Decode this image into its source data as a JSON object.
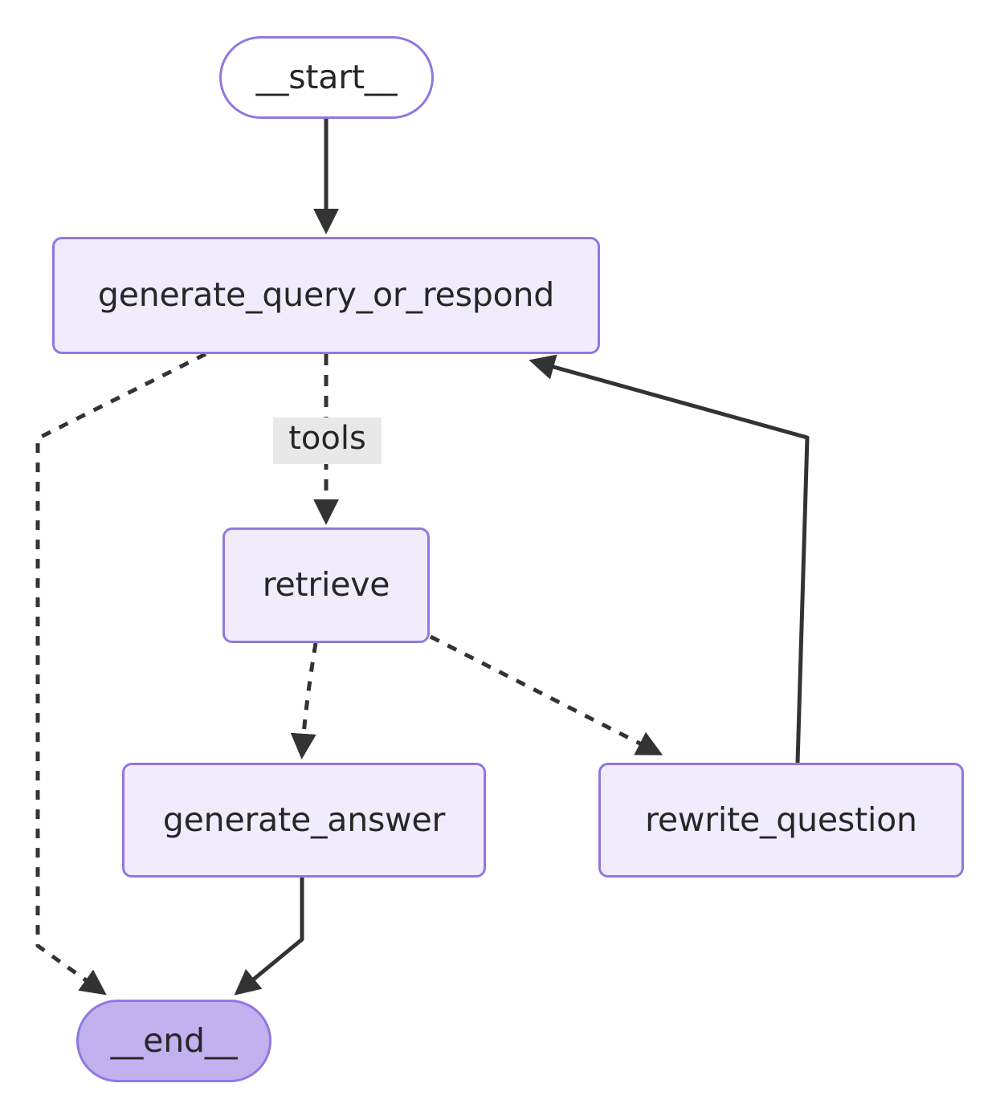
{
  "diagram": {
    "type": "flowchart",
    "orientation": "top-down",
    "background_color": "#ffffff",
    "node_fill": "#f0ecfd",
    "node_border": "#9277e0",
    "terminal_end_fill": "#c1b1ef",
    "edge_color": "#333333",
    "edge_label_bg": "#e8e8e8",
    "text_color": "#262626"
  },
  "nodes": {
    "start": {
      "id": "__start__",
      "label": "__start__",
      "shape": "stadium"
    },
    "generate_query_or_respond": {
      "id": "generate_query_or_respond",
      "label": "generate_query_or_respond",
      "shape": "rounded-rect"
    },
    "retrieve": {
      "id": "retrieve",
      "label": "retrieve",
      "shape": "rounded-rect"
    },
    "generate_answer": {
      "id": "generate_answer",
      "label": "generate_answer",
      "shape": "rounded-rect"
    },
    "rewrite_question": {
      "id": "rewrite_question",
      "label": "rewrite_question",
      "shape": "rounded-rect"
    },
    "end": {
      "id": "__end__",
      "label": "__end__",
      "shape": "stadium"
    }
  },
  "edge_labels": {
    "tools": "tools"
  },
  "edges": [
    {
      "from": "__start__",
      "to": "generate_query_or_respond",
      "style": "solid",
      "label": ""
    },
    {
      "from": "generate_query_or_respond",
      "to": "retrieve",
      "style": "dashed",
      "label": "tools"
    },
    {
      "from": "generate_query_or_respond",
      "to": "__end__",
      "style": "dashed",
      "label": ""
    },
    {
      "from": "retrieve",
      "to": "generate_answer",
      "style": "dashed",
      "label": ""
    },
    {
      "from": "retrieve",
      "to": "rewrite_question",
      "style": "dashed",
      "label": ""
    },
    {
      "from": "rewrite_question",
      "to": "generate_query_or_respond",
      "style": "solid",
      "label": ""
    },
    {
      "from": "generate_answer",
      "to": "__end__",
      "style": "solid",
      "label": ""
    }
  ]
}
